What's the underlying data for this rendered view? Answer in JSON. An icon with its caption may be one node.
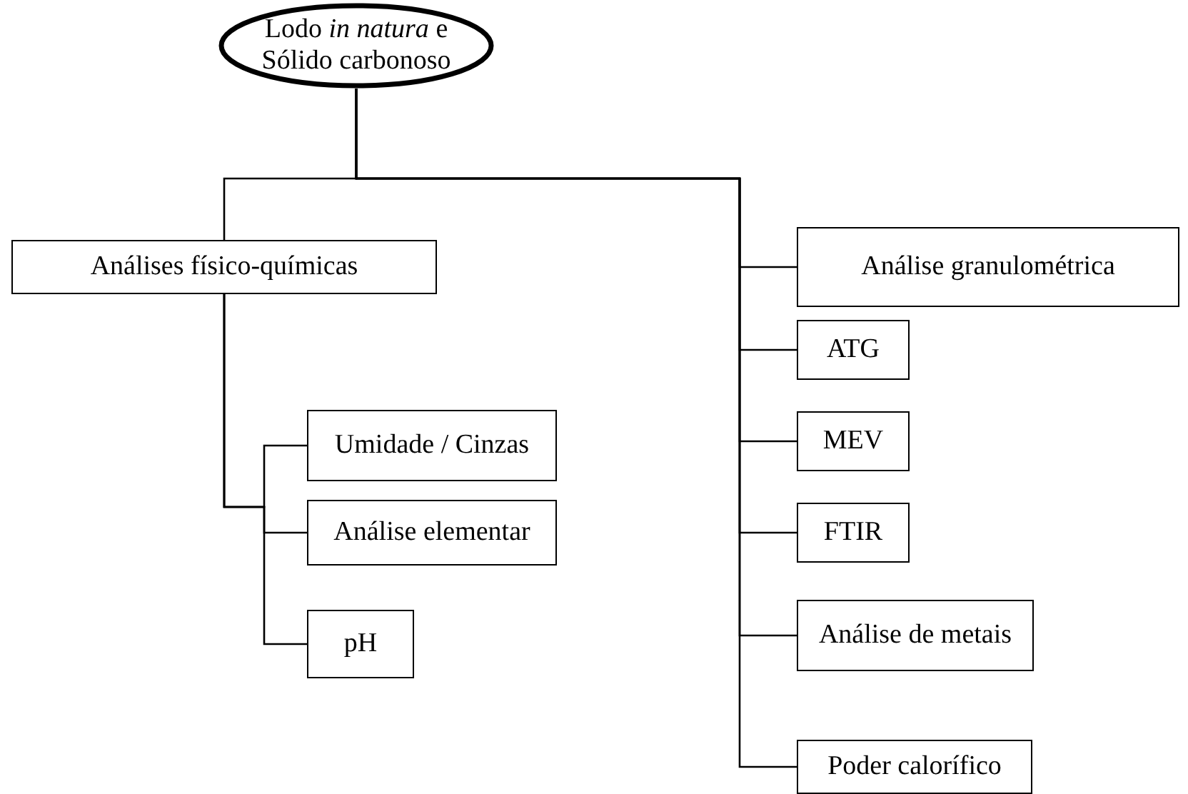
{
  "diagram": {
    "nodes": [
      {
        "text": [
          "Lodo *in natura* e Sólido carbonoso"
        ]
      },
      {
        "text": [
          "Análises físico-químicas"
        ]
      },
      {
        "text": [
          "Umidade / Cinzas"
        ]
      },
      {
        "text": [
          "Análise elementar"
        ]
      },
      {
        "text": [
          "pH"
        ]
      },
      {
        "text": [
          "Análise granulométrica"
        ]
      },
      {
        "text": [
          "ATG"
        ]
      },
      {
        "text": [
          "MEV"
        ]
      },
      {
        "text": [
          "FTIR"
        ]
      },
      {
        "text": [
          "Análise de metais"
        ]
      },
      {
        "text": [
          "Poder calorífico"
        ]
      }
    ],
    "edges": [
      {
        "from": 0,
        "to": 1,
        "arrow": "none"
      },
      {
        "from": 1,
        "to": 2,
        "arrow": "none"
      },
      {
        "from": 1,
        "to": 3,
        "arrow": "none"
      },
      {
        "from": 1,
        "to": 4,
        "arrow": "none"
      },
      {
        "from": 0,
        "to": 5,
        "arrow": "none"
      },
      {
        "from": 0,
        "to": 6,
        "arrow": "none"
      },
      {
        "from": 0,
        "to": 7,
        "arrow": "none"
      },
      {
        "from": 0,
        "to": 8,
        "arrow": "none"
      },
      {
        "from": 0,
        "to": 9,
        "arrow": "none"
      },
      {
        "from": 0,
        "to": 10,
        "arrow": "none"
      }
    ]
  }
}
